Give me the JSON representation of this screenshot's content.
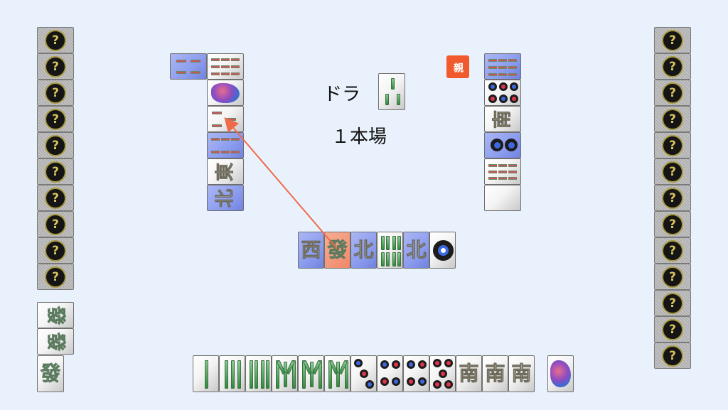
{
  "info": {
    "dora_label": "ドラ",
    "honba_label": "１本場",
    "dealer_badge": "親"
  },
  "hidden_tile_glyph": "?",
  "left_opponent": {
    "hidden_tile_count": 10,
    "melds": [
      "發",
      "發",
      "發"
    ]
  },
  "right_opponent": {
    "hidden_tile_count": 13
  },
  "player_hand": [
    "1-sou",
    "3-sou",
    "4-sou",
    "5-sou",
    "5-sou",
    "5-sou",
    "3-pin",
    "4-pin",
    "4-pin",
    "5-pin",
    "南",
    "南",
    "南"
  ],
  "player_hand_chars": [
    "南",
    "南",
    "南"
  ],
  "drawn_tile": "1-sou",
  "center_discards": [
    "西",
    "發",
    "北",
    "8-sou",
    "北",
    "1-pin"
  ],
  "colors": {
    "background": "#e9f2fc",
    "highlight_blue": "#8b9cee",
    "highlight_orange": "#f0886a",
    "arrow": "#ef6a4a",
    "dealer_badge": "#f05a2c"
  }
}
